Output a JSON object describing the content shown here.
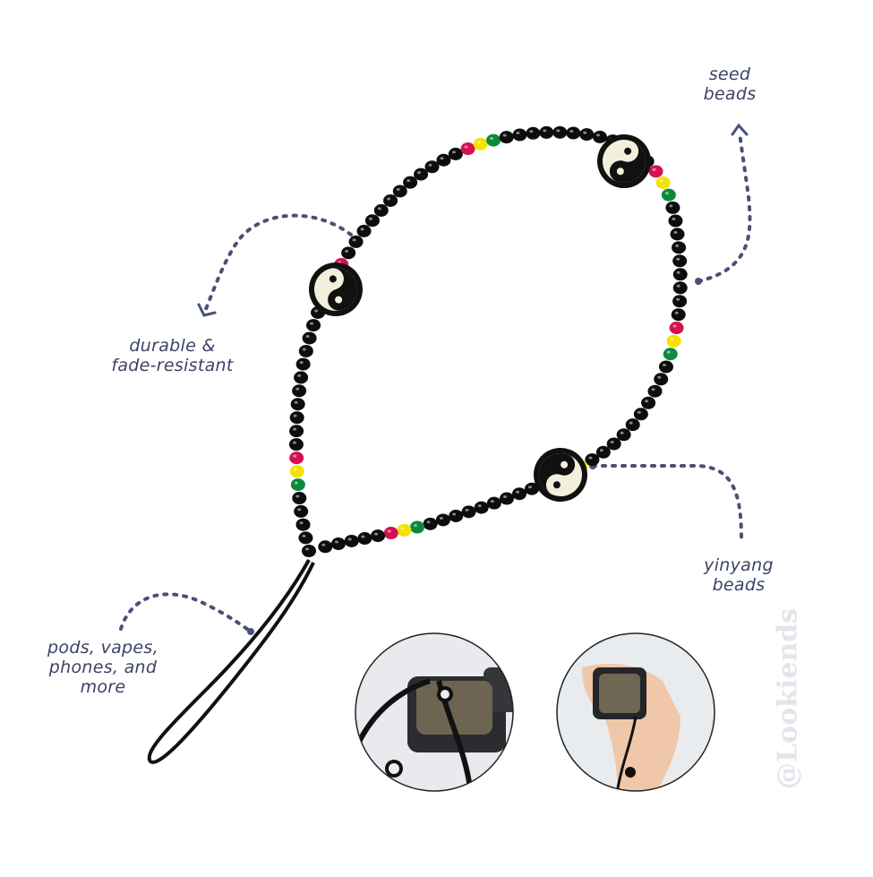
{
  "annotations": {
    "seed_beads": {
      "line1": "seed",
      "line2": "beads"
    },
    "durable": {
      "line1": "durable &",
      "line2": "fade-resistant"
    },
    "yinyang_beads": {
      "line1": "yinyang",
      "line2": "beads"
    },
    "uses": {
      "line1": "pods, vapes,",
      "line2": "phones, and",
      "line3": "more"
    }
  },
  "watermark": "@Lookiends",
  "colors": {
    "annotation_text": "#3b4266",
    "dotted_arrow": "#4a5075",
    "bead_black": "#0d0d0d",
    "bead_red": "#d3124f",
    "bead_yellow": "#f5e200",
    "bead_green": "#0c8a3c",
    "yinyang_light": "#f2f0dc",
    "watermark": "#e2e5ea"
  },
  "photos": [
    {
      "name": "strap-on-device-closeup",
      "description": "beaded strap draped over black square device"
    },
    {
      "name": "strap-on-wrist",
      "description": "hand holding square device with strap around wrist"
    }
  ]
}
